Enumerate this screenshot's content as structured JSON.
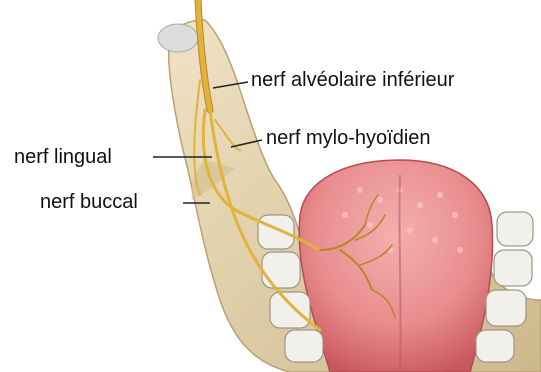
{
  "labels": {
    "inferior_alveolar": "nerf alvéolaire inférieur",
    "mylohyoid": "nerf mylo-hyoïdien",
    "lingual": "nerf lingual",
    "buccal": "nerf buccal"
  },
  "colors": {
    "background": "#ffffff",
    "bone": "#e3d3ad",
    "bone_shadow": "#c9b285",
    "nerve": "#e2b23a",
    "nerve_outline": "#b8862a",
    "tongue": "#e98d8f",
    "tongue_dark": "#c9585e",
    "tooth": "#f2f0ea",
    "label_text": "#111111",
    "leader_line": "#222222"
  },
  "icons": [
    "mandible-bone",
    "tongue",
    "molar-teeth",
    "nerve-branches"
  ]
}
